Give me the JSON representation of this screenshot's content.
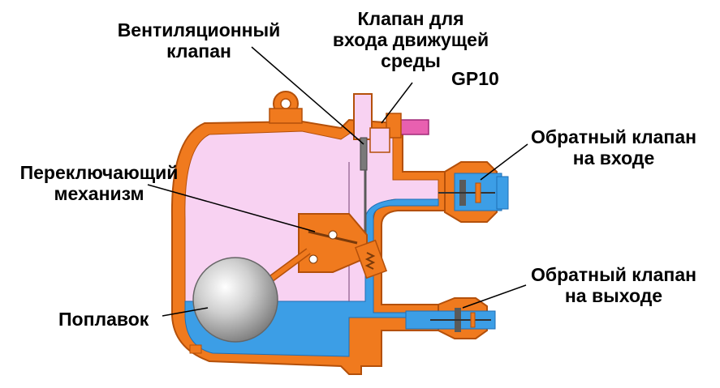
{
  "labels": {
    "vent_valve": [
      "Вентиляционный",
      "клапан"
    ],
    "motive_inlet": [
      "Клапан для",
      "входа движущей",
      "среды"
    ],
    "model": "GP10",
    "inlet_check": [
      "Обратный клапан",
      "на входе"
    ],
    "switch_mechanism": [
      "Переключающий",
      "механизм"
    ],
    "outlet_check": [
      "Обратный клапан",
      "на выходе"
    ],
    "float": "Поплавок"
  },
  "colors": {
    "body": "#f07a1e",
    "body_outline": "#b4500a",
    "steam": "#f8d2f2",
    "water": "#3c9ee6",
    "ball": "#c8c8c8",
    "motive_pipe": "#e860b0",
    "leader": "#000000"
  }
}
